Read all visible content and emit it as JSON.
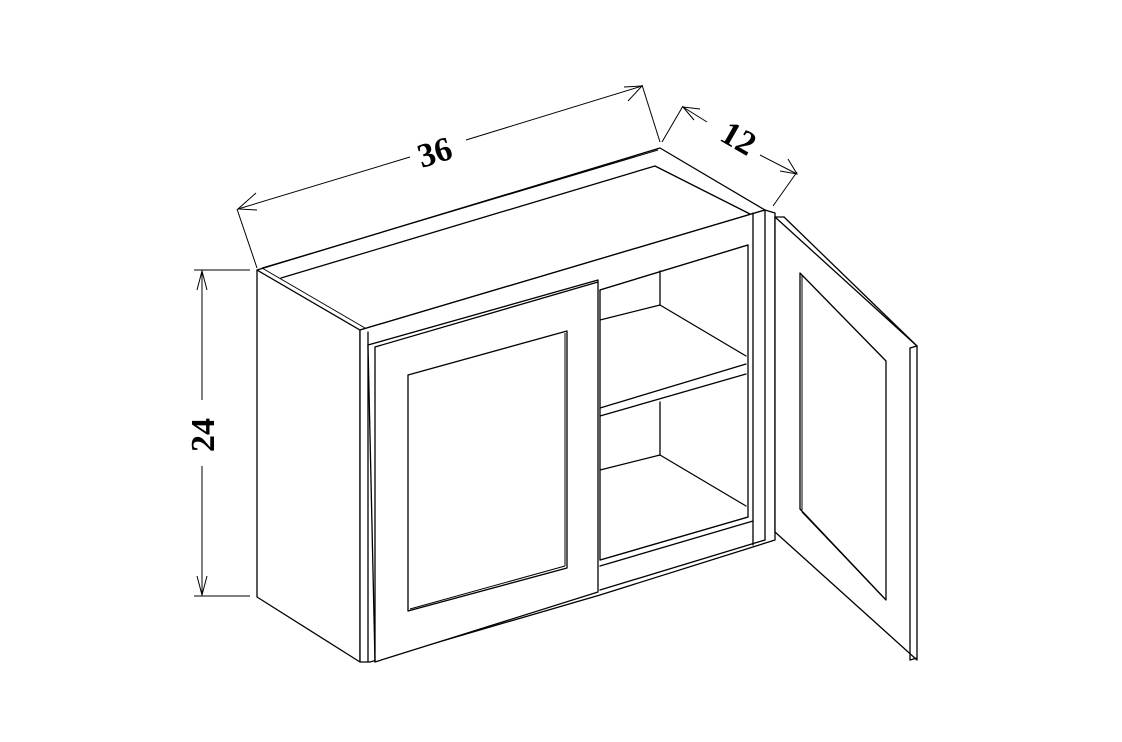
{
  "diagram": {
    "subject": "Wall cabinet, double door (one door open), two interior shelves",
    "line_color": "#000000",
    "background": "#ffffff",
    "dimensions": {
      "width": {
        "label": "36",
        "orientation": "along front top edge"
      },
      "depth": {
        "label": "12",
        "orientation": "along right top edge"
      },
      "height": {
        "label": "24",
        "orientation": "vertical, rotated text"
      }
    }
  }
}
